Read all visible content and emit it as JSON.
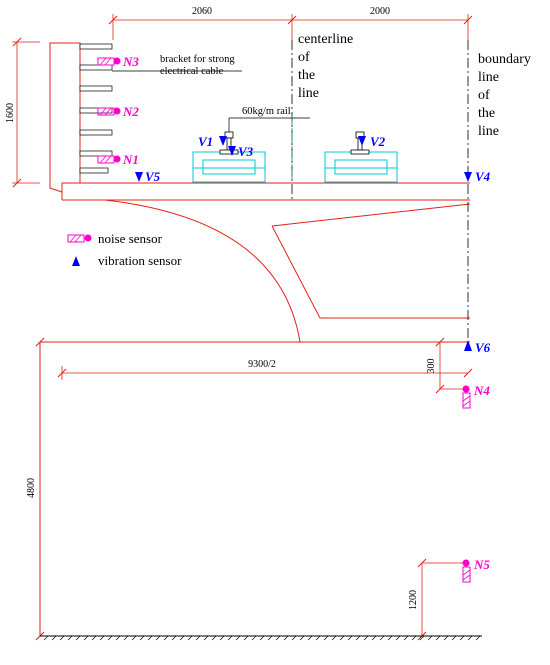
{
  "colors": {
    "structure": "#e2231a",
    "noise": "#ff00cc",
    "vibration": "#0000ff",
    "track": "#00c8d2",
    "ground": "#000000"
  },
  "dimensions": {
    "left_span": "2060",
    "right_span": "2000",
    "height_vertical": "1600",
    "half_width": "9300/2",
    "offset_300": "300",
    "ground_height": "4800",
    "sensor_height": "1200"
  },
  "labels": {
    "centerline": [
      "centerline",
      "of",
      "the",
      "line"
    ],
    "boundary": [
      "boundary",
      "line",
      "of",
      "the",
      "line"
    ],
    "bracket": [
      "bracket for strong",
      "electrical cable"
    ],
    "rail": "60kg/m  rail"
  },
  "legend": {
    "noise": "noise sensor",
    "vibration": "vibration sensor"
  },
  "sensors": {
    "N1": "N1",
    "N2": "N2",
    "N3": "N3",
    "N4": "N4",
    "N5": "N5",
    "V1": "V1",
    "V2": "V2",
    "V3": "V3",
    "V4": "V4",
    "V5": "V5",
    "V6": "V6"
  }
}
